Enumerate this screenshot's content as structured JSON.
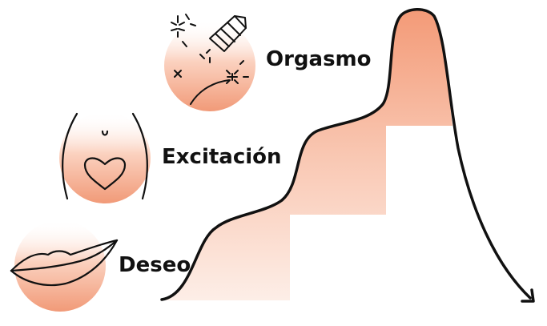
{
  "stages": [
    {
      "id": "deseo",
      "label": "Deseo",
      "icon": "lips-icon"
    },
    {
      "id": "excitacion",
      "label": "Excitación",
      "icon": "belly-heart-icon"
    },
    {
      "id": "orgasmo",
      "label": "Orgasmo",
      "icon": "fireworks-icon"
    }
  ],
  "colors": {
    "accent": "#f19a78",
    "accent_light": "#fde7dd",
    "stroke": "#111111"
  }
}
